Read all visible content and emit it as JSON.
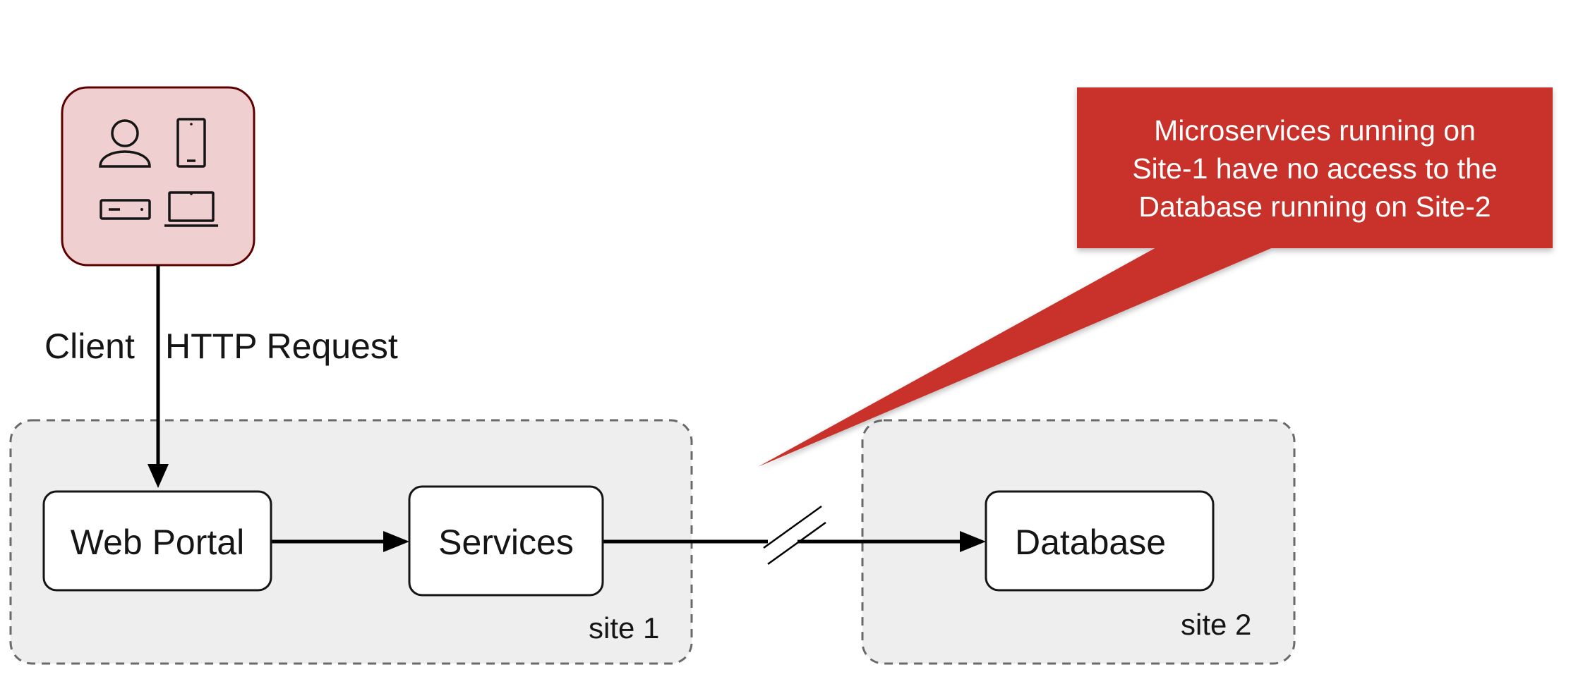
{
  "client": {
    "icons": [
      "user-icon",
      "mobile-phone-icon",
      "server-icon",
      "laptop-icon"
    ],
    "fill_color": "#f0cfd0",
    "border_color": "#5f0000"
  },
  "edges": {
    "client_request": {
      "left_label": "Client",
      "right_label": "HTTP Request"
    }
  },
  "nodes": {
    "web_portal": "Web Portal",
    "services": "Services",
    "database": "Database"
  },
  "sites": {
    "site1": "site 1",
    "site2": "site 2"
  },
  "callout": {
    "lines": [
      "Microservices running on",
      "Site-1 have no access to the",
      "Database running on Site-2"
    ],
    "color": "#c9302c"
  }
}
